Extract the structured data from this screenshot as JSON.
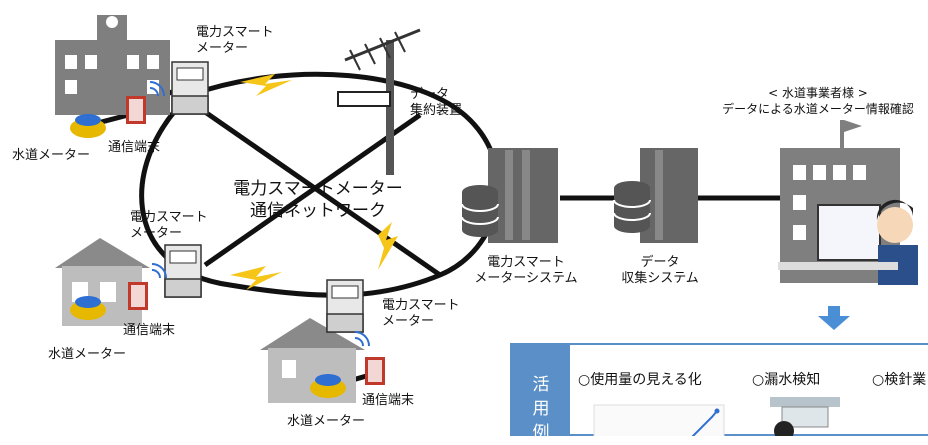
{
  "network": {
    "label_line1": "電力スマートメーター",
    "label_line2": "通信ネットワーク"
  },
  "meters": {
    "top": {
      "line1": "電力スマート",
      "line2": "メーター"
    },
    "left": {
      "line1": "電力スマート",
      "line2": "メーター"
    },
    "bottom": {
      "line1": "電力スマート",
      "line2": "メーター"
    }
  },
  "water_meter_labels": [
    "水道メーター",
    "水道メーター",
    "水道メーター"
  ],
  "terminal_labels": [
    "通信端末",
    "通信端末",
    "通信端末"
  ],
  "aggregator": {
    "line1": "データ",
    "line2": "集約装置"
  },
  "system": {
    "line1": "電力スマート",
    "line2": "メーターシステム"
  },
  "collection": {
    "line1": "データ",
    "line2": "収集システム"
  },
  "operator": {
    "line1": "< 水道事業者様 >",
    "line2": "データによる水道メーター情報確認"
  },
  "usage_panel": {
    "side_chars": [
      "活",
      "用",
      "例"
    ],
    "items": [
      "○使用量の見える化",
      "○漏水検知",
      "○検針業"
    ]
  },
  "colors": {
    "accent_blue": "#5b8fc7",
    "building_gray": "#7f7f7f",
    "lightning_yellow": "#f5c518",
    "terminal_red": "#c0392b",
    "water_meter_blue": "#2e6fd1",
    "water_meter_gold": "#e6b800"
  }
}
